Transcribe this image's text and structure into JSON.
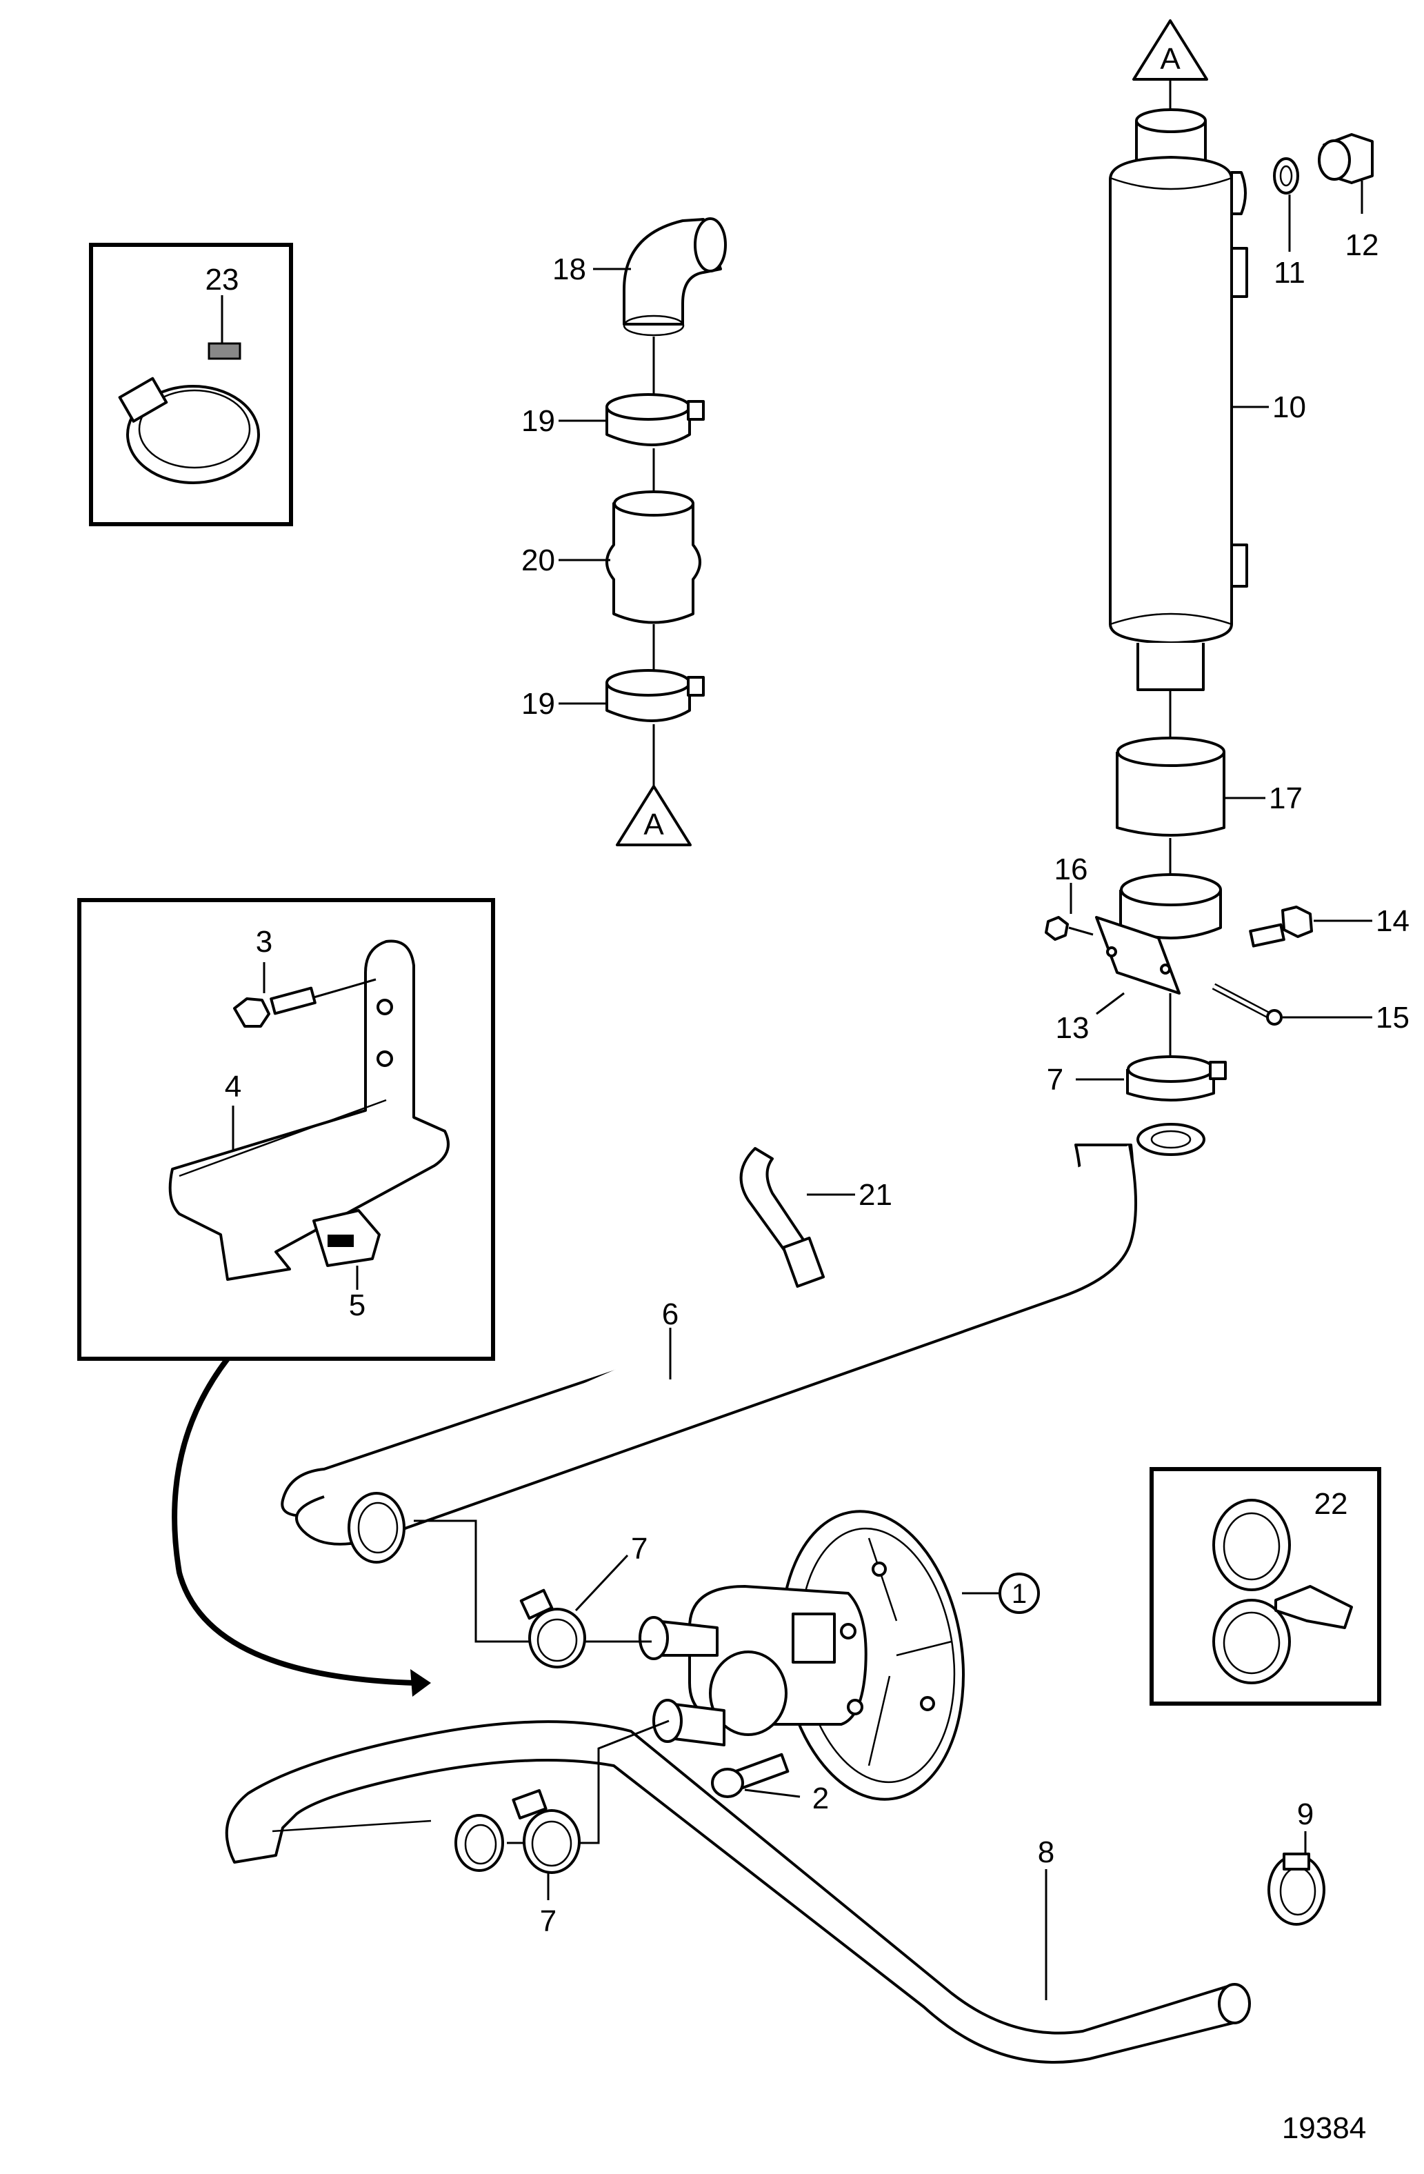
{
  "labels": {
    "p1": "1",
    "p2": "2",
    "p3": "3",
    "p4": "4",
    "p5": "5",
    "p6": "6",
    "p7a": "7",
    "p7b": "7",
    "p7c": "7",
    "p8": "8",
    "p9": "9",
    "p10": "10",
    "p11": "11",
    "p12": "12",
    "p13": "13",
    "p14": "14",
    "p15": "15",
    "p16": "16",
    "p17": "17",
    "p18": "18",
    "p19a": "19",
    "p19b": "19",
    "p20": "20",
    "p21": "21",
    "p22": "22",
    "p23": "23",
    "refA_top": "A",
    "refA_bottom": "A",
    "figure_number": "19384"
  }
}
